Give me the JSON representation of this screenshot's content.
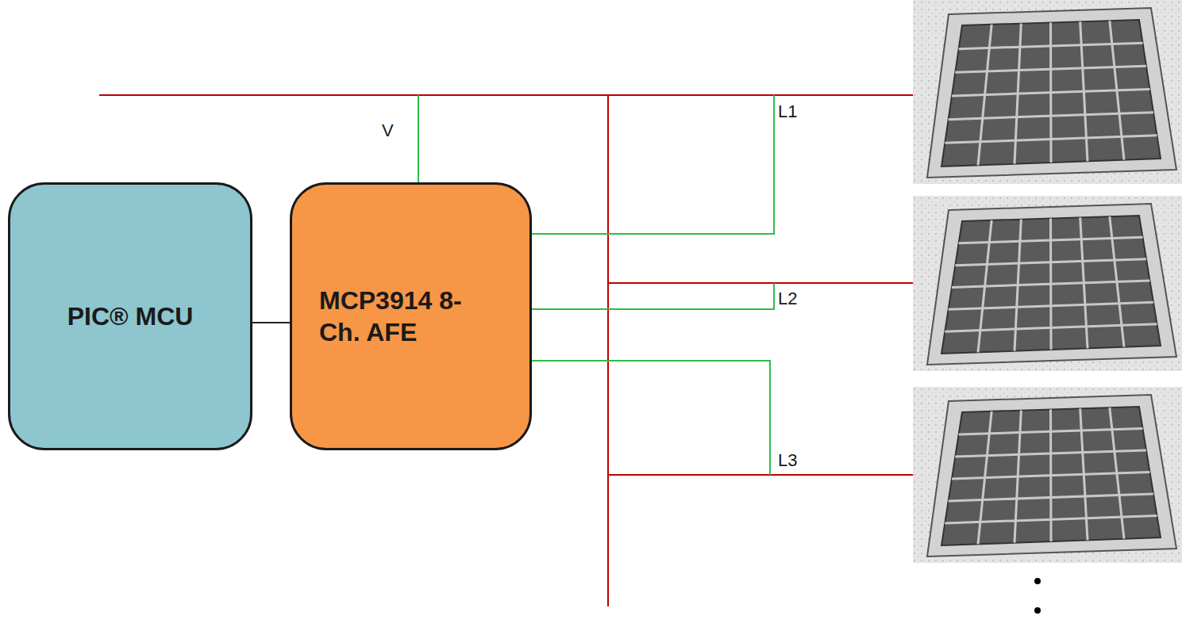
{
  "diagram": {
    "nodes": [
      {
        "text": [
          "PIC® MCU"
        ]
      },
      {
        "text": [
          "MCP3914 8-Ch. AFE"
        ]
      }
    ],
    "edges": [
      {
        "from": 0,
        "to": 1,
        "arrow": "none"
      }
    ],
    "labels": [
      "V",
      "L1",
      "L2",
      "L3"
    ]
  }
}
